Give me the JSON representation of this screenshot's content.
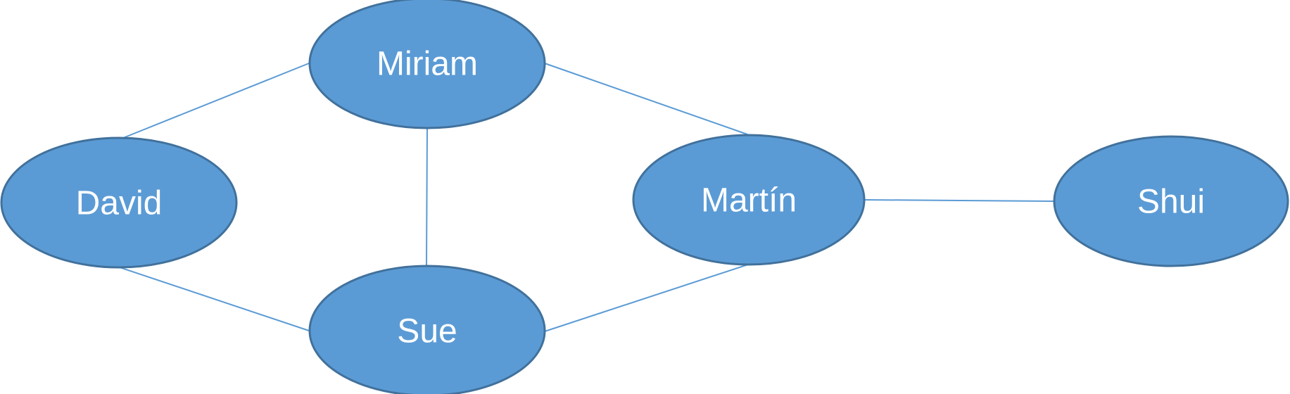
{
  "colors": {
    "node_fill": "#5b9bd5",
    "node_stroke": "#41719c",
    "edge": "#5b9bd5",
    "label": "#ffffff",
    "background": "#ffffff"
  },
  "nodes": [
    {
      "id": "miriam",
      "label": "Miriam"
    },
    {
      "id": "david",
      "label": "David"
    },
    {
      "id": "martin",
      "label": "Martín"
    },
    {
      "id": "shui",
      "label": "Shui"
    },
    {
      "id": "sue",
      "label": "Sue"
    }
  ],
  "edges": [
    {
      "from": "miriam",
      "to": "david"
    },
    {
      "from": "miriam",
      "to": "martin"
    },
    {
      "from": "miriam",
      "to": "sue"
    },
    {
      "from": "david",
      "to": "sue"
    },
    {
      "from": "sue",
      "to": "martin"
    },
    {
      "from": "martin",
      "to": "shui"
    }
  ]
}
